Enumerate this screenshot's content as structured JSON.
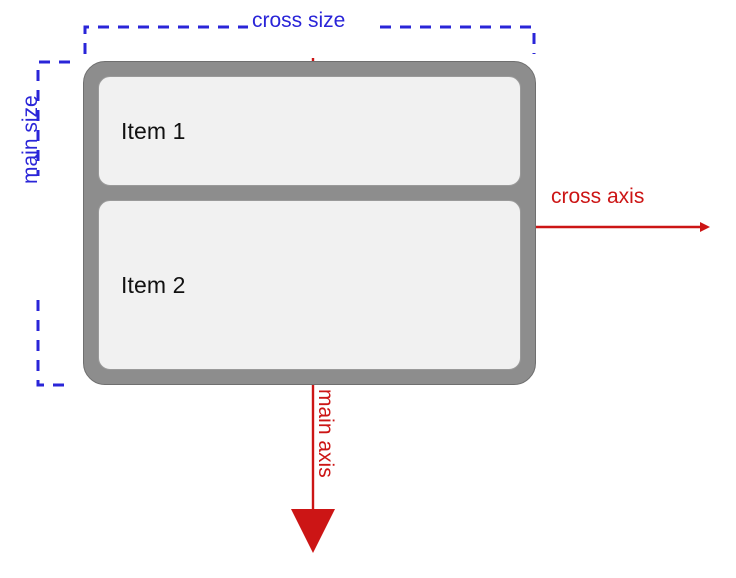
{
  "diagram": {
    "title": "flexbox main axis and cross axis diagram (column direction)",
    "background_color": "#ffffff",
    "annotation_blue": "#2a25d8",
    "annotation_red": "#cc1515",
    "container_color": "#8d8d8d",
    "item_color": "#f1f1f1"
  },
  "labels": {
    "cross_size": "cross size",
    "main_size": "main size",
    "cross_axis": "cross axis",
    "main_axis": "main axis"
  },
  "container": {
    "items": [
      {
        "label": "Item 1"
      },
      {
        "label": "Item 2"
      }
    ]
  }
}
